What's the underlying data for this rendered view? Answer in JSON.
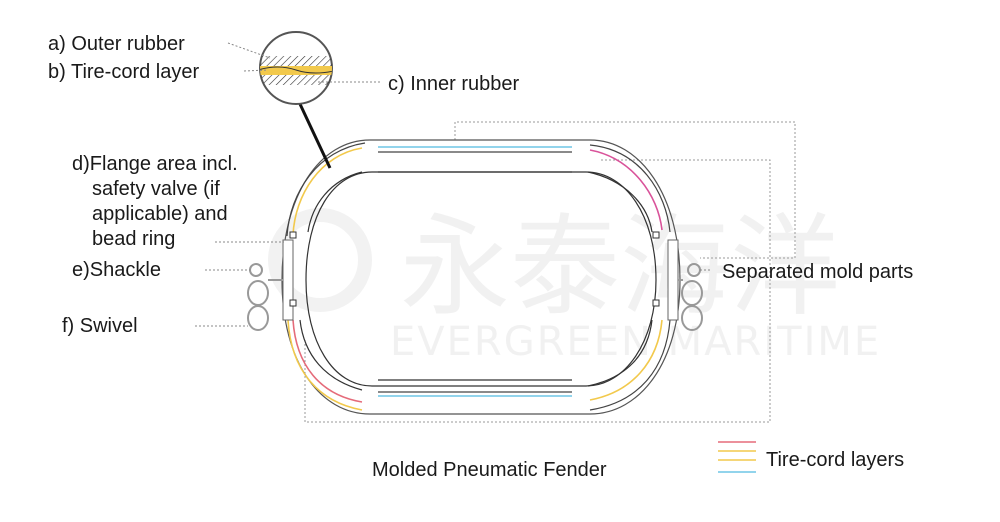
{
  "labels": {
    "outer_rubber": "a) Outer rubber",
    "tire_cord_layer": "b) Tire-cord layer",
    "inner_rubber": "c) Inner rubber",
    "flange_line1": "d)Flange area incl.",
    "flange_line2": "safety valve (if",
    "flange_line3": "applicable) and",
    "flange_line4": "bead ring",
    "shackle": "e)Shackle",
    "swivel": "f) Swivel",
    "separated_mold_parts": "Separated mold parts",
    "caption": "Molded Pneumatic Fender",
    "tire_cord_layers": "Tire-cord layers"
  },
  "watermark": {
    "chinese": "永泰海洋",
    "english": "EVERGREEN MARITIME"
  },
  "colors": {
    "red_layer": "#e56b7a",
    "yellow_layer": "#f2c94c",
    "blue_layer": "#6ec6e6",
    "outline": "#222222",
    "dotted_leader": "#9a9a9a",
    "magenta_layer": "#d9539a"
  },
  "legend": {
    "items": [
      "red",
      "yellow",
      "yellow",
      "blue"
    ]
  }
}
